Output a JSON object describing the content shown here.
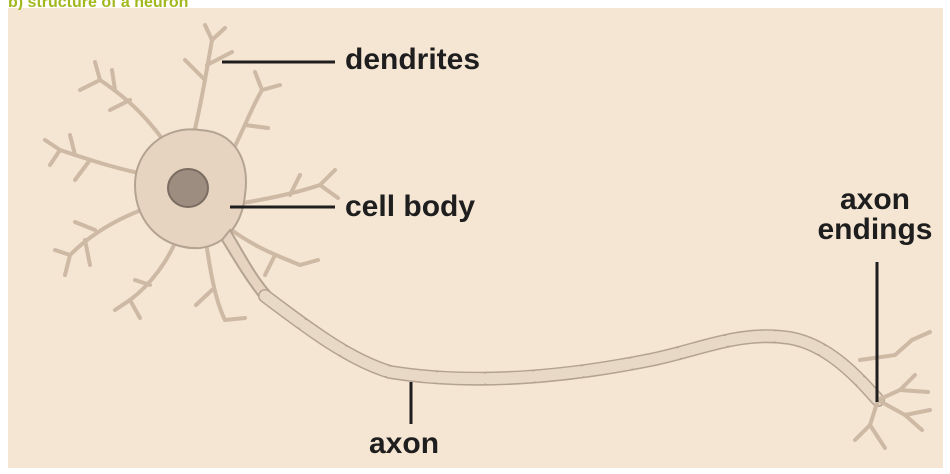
{
  "header_fragment": "b) structure of a neuron",
  "labels": {
    "dendrites": "dendrites",
    "cell_body": "cell body",
    "axon_endings_line1": "axon",
    "axon_endings_line2": "endings",
    "axon": "axon"
  },
  "colors": {
    "background": "#f5e5d3",
    "cell": "#e6d4c1",
    "cell_outline": "#b4a391",
    "nucleus": "#9c8d80",
    "leader_line": "#1e1e1e",
    "header_text": "#a3b81f"
  }
}
